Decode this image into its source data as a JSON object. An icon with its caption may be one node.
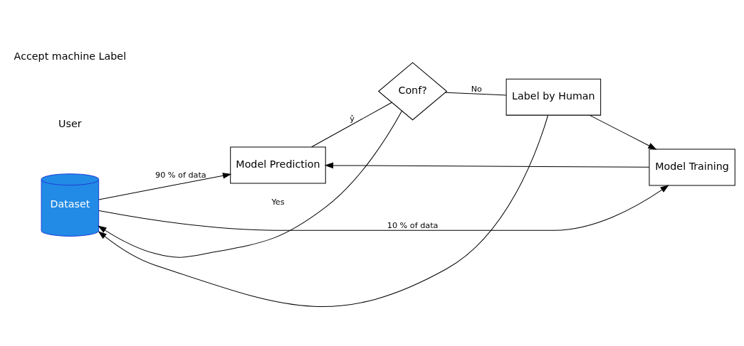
{
  "diagram": {
    "nodes": [
      {
        "text": [
          "Dataset"
        ]
      },
      {
        "text": [
          "Model Prediction"
        ]
      },
      {
        "text": [
          "Model Training"
        ]
      },
      {
        "text": [
          "Conf?"
        ]
      },
      {
        "text": [
          "Label by Human"
        ]
      }
    ],
    "edges": [
      {
        "from": 0,
        "to": 1,
        "arrow": "to",
        "label": "90 % of data"
      },
      {
        "from": 0,
        "to": 2,
        "arrow": "to",
        "label": "10 % of data"
      },
      {
        "from": 2,
        "to": 1,
        "arrow": "to"
      },
      {
        "from": 1,
        "to": 3,
        "arrow": "none",
        "label": "ŷ"
      },
      {
        "from": 3,
        "to": 4,
        "arrow": "none",
        "label": "No"
      },
      {
        "from": 3,
        "to": 0,
        "arrow": "to",
        "label": "Yes"
      },
      {
        "from": 4,
        "to": 0,
        "arrow": "to"
      },
      {
        "from": 4,
        "to": 2,
        "arrow": "to"
      }
    ],
    "labels": [
      "User",
      "Accept machine Label"
    ]
  }
}
